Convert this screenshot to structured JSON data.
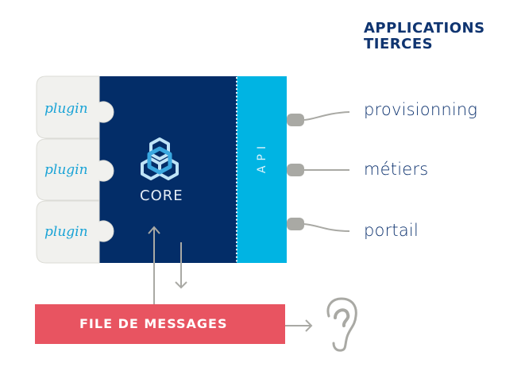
{
  "title": {
    "line1": "APPLICATIONS",
    "line2": "TIERCES"
  },
  "plugins": [
    {
      "label": "plugin"
    },
    {
      "label": "plugin"
    },
    {
      "label": "plugin"
    }
  ],
  "core": {
    "label": "CORE",
    "icon": "hexagon-trefoil-icon"
  },
  "api": {
    "label": "API"
  },
  "applications": [
    {
      "label": "provisionning"
    },
    {
      "label": "métiers"
    },
    {
      "label": "portail"
    }
  ],
  "queue": {
    "label": "FILE DE MESSAGES"
  },
  "listener": {
    "icon": "ear-icon"
  },
  "colors": {
    "core": "#032d68",
    "api": "#00b4e3",
    "plugin_bg": "#f1f1ee",
    "plugin_text": "#19a3d6",
    "queue": "#e85461",
    "connector": "#a9a9a4",
    "title": "#0f3470"
  }
}
